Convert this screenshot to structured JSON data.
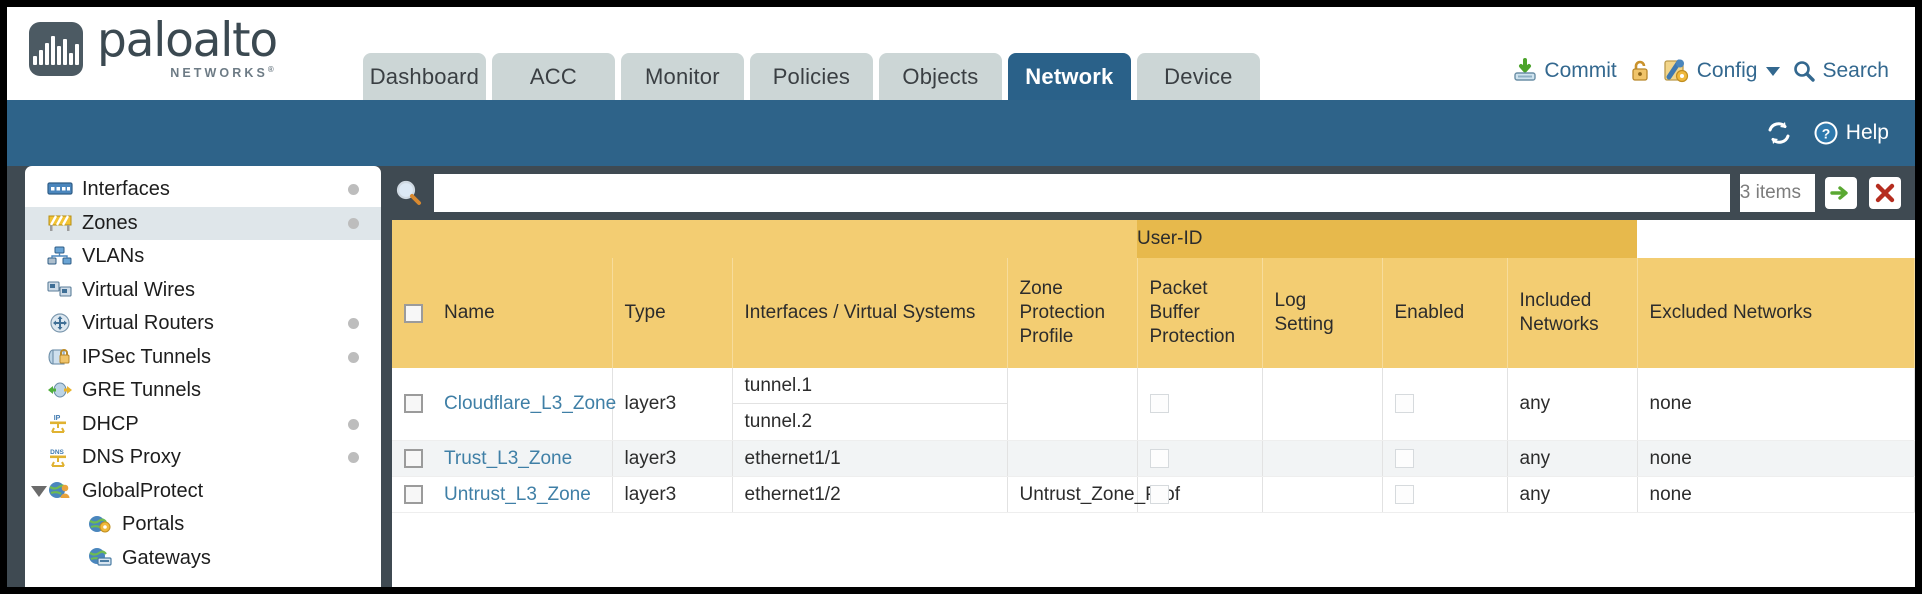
{
  "brand": {
    "name": "paloalto",
    "sub": "NETWORKS",
    "sub_mark": "®"
  },
  "nav": {
    "tabs": [
      {
        "label": "Dashboard",
        "active": false
      },
      {
        "label": "ACC",
        "active": false
      },
      {
        "label": "Monitor",
        "active": false
      },
      {
        "label": "Policies",
        "active": false
      },
      {
        "label": "Objects",
        "active": false
      },
      {
        "label": "Network",
        "active": true
      },
      {
        "label": "Device",
        "active": false
      }
    ]
  },
  "toolbar": {
    "commit_label": "Commit",
    "commit_icon": "commit-download-icon",
    "lock_icon": "padlock-icon",
    "config_label": "Config",
    "config_icon": "config-wrench-icon",
    "search_label": "Search",
    "search_icon": "search-magnifier-icon"
  },
  "subheader": {
    "refresh_icon": "refresh-icon",
    "help_label": "Help",
    "help_icon": "help-question-icon"
  },
  "sidebar": {
    "items": [
      {
        "label": "Interfaces",
        "icon": "interfaces-icon",
        "dot": true,
        "selected": false,
        "child": false,
        "expander": false
      },
      {
        "label": "Zones",
        "icon": "zones-icon",
        "dot": true,
        "selected": true,
        "child": false,
        "expander": false
      },
      {
        "label": "VLANs",
        "icon": "vlans-icon",
        "dot": false,
        "selected": false,
        "child": false,
        "expander": false
      },
      {
        "label": "Virtual Wires",
        "icon": "virtual-wires-icon",
        "dot": false,
        "selected": false,
        "child": false,
        "expander": false
      },
      {
        "label": "Virtual Routers",
        "icon": "virtual-routers-icon",
        "dot": true,
        "selected": false,
        "child": false,
        "expander": false
      },
      {
        "label": "IPSec Tunnels",
        "icon": "ipsec-tunnels-icon",
        "dot": true,
        "selected": false,
        "child": false,
        "expander": false
      },
      {
        "label": "GRE Tunnels",
        "icon": "gre-tunnels-icon",
        "dot": false,
        "selected": false,
        "child": false,
        "expander": false
      },
      {
        "label": "DHCP",
        "icon": "dhcp-icon",
        "dot": true,
        "selected": false,
        "child": false,
        "expander": false
      },
      {
        "label": "DNS Proxy",
        "icon": "dns-proxy-icon",
        "dot": true,
        "selected": false,
        "child": false,
        "expander": false
      },
      {
        "label": "GlobalProtect",
        "icon": "globalprotect-icon",
        "dot": false,
        "selected": false,
        "child": false,
        "expander": true
      },
      {
        "label": "Portals",
        "icon": "portals-icon",
        "dot": false,
        "selected": false,
        "child": true,
        "expander": false
      },
      {
        "label": "Gateways",
        "icon": "gateways-icon",
        "dot": false,
        "selected": false,
        "child": true,
        "expander": false
      }
    ]
  },
  "search": {
    "value": "",
    "placeholder": "",
    "items_count": "3 items",
    "apply_icon": "green-arrow-apply-icon",
    "clear_icon": "red-x-clear-icon"
  },
  "table": {
    "group_header": "User-ID",
    "columns": [
      "Name",
      "Type",
      "Interfaces / Virtual Systems",
      "Zone Protection Profile",
      "Packet Buffer Protection",
      "Log Setting",
      "Enabled",
      "Included Networks",
      "Excluded Networks"
    ],
    "rows": [
      {
        "selected": false,
        "name": "Cloudflare_L3_Zone",
        "type": "layer3",
        "interfaces": [
          "tunnel.1",
          "tunnel.2"
        ],
        "zone_protection_profile": "",
        "packet_buffer_protection": false,
        "log_setting": "",
        "userid_enabled": false,
        "included_networks": "any",
        "excluded_networks": "none"
      },
      {
        "selected": false,
        "name": "Trust_L3_Zone",
        "type": "layer3",
        "interfaces": [
          "ethernet1/1"
        ],
        "zone_protection_profile": "",
        "packet_buffer_protection": false,
        "log_setting": "",
        "userid_enabled": false,
        "included_networks": "any",
        "excluded_networks": "none"
      },
      {
        "selected": false,
        "name": "Untrust_L3_Zone",
        "type": "layer3",
        "interfaces": [
          "ethernet1/2"
        ],
        "zone_protection_profile": "Untrust_Zone_Prof",
        "packet_buffer_protection": false,
        "log_setting": "",
        "userid_enabled": false,
        "included_networks": "any",
        "excluded_networks": "none"
      }
    ]
  },
  "colors": {
    "brand_blue": "#2a6189",
    "band_blue": "#2e6389",
    "table_header_gold": "#f3cd72",
    "group_header_gold": "#e7b94c",
    "link_blue": "#3f7fa6",
    "chrome_slate": "#3f4a52"
  }
}
